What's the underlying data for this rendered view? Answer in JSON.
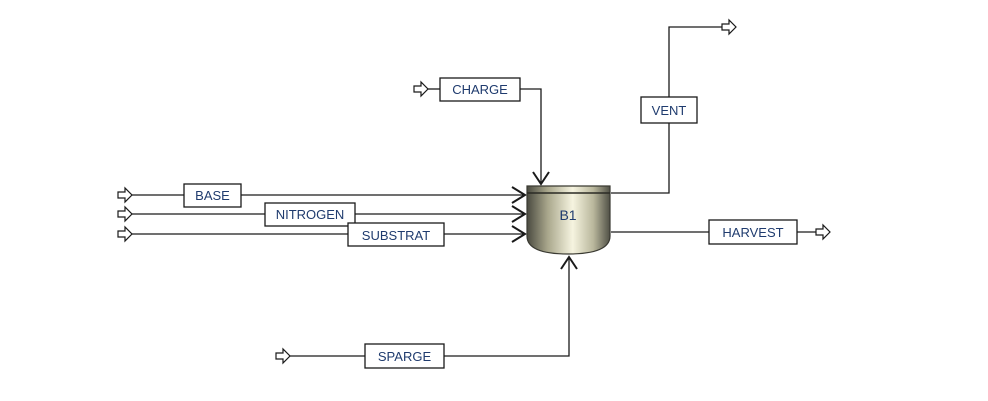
{
  "diagram": {
    "type": "process-flowsheet",
    "blocks": [
      {
        "id": "B1",
        "label": "B1",
        "kind": "batch-reactor-vessel"
      }
    ],
    "streams": [
      {
        "id": "CHARGE",
        "label": "CHARGE",
        "direction": "feed",
        "to": "B1",
        "connects_at": "top"
      },
      {
        "id": "BASE",
        "label": "BASE",
        "direction": "feed",
        "to": "B1",
        "connects_at": "left"
      },
      {
        "id": "NITROGEN",
        "label": "NITROGEN",
        "direction": "feed",
        "to": "B1",
        "connects_at": "left"
      },
      {
        "id": "SUBSTRAT",
        "label": "SUBSTRAT",
        "direction": "feed",
        "to": "B1",
        "connects_at": "left"
      },
      {
        "id": "SPARGE",
        "label": "SPARGE",
        "direction": "feed",
        "to": "B1",
        "connects_at": "bottom"
      },
      {
        "id": "VENT",
        "label": "VENT",
        "direction": "product",
        "from": "B1",
        "connects_at": "right-top"
      },
      {
        "id": "HARVEST",
        "label": "HARVEST",
        "direction": "product",
        "from": "B1",
        "connects_at": "right"
      }
    ],
    "icons": {
      "feed_terminal": "hollow-arrow-icon",
      "product_terminal": "hollow-arrow-icon",
      "connection_head": "open-arrowhead-icon"
    },
    "colors": {
      "line": "#1a1a1a",
      "label_text": "#1f3b6e",
      "vessel_light": "#f4f1dc",
      "vessel_mid": "#c8c6a8",
      "vessel_dark": "#55544a"
    }
  }
}
